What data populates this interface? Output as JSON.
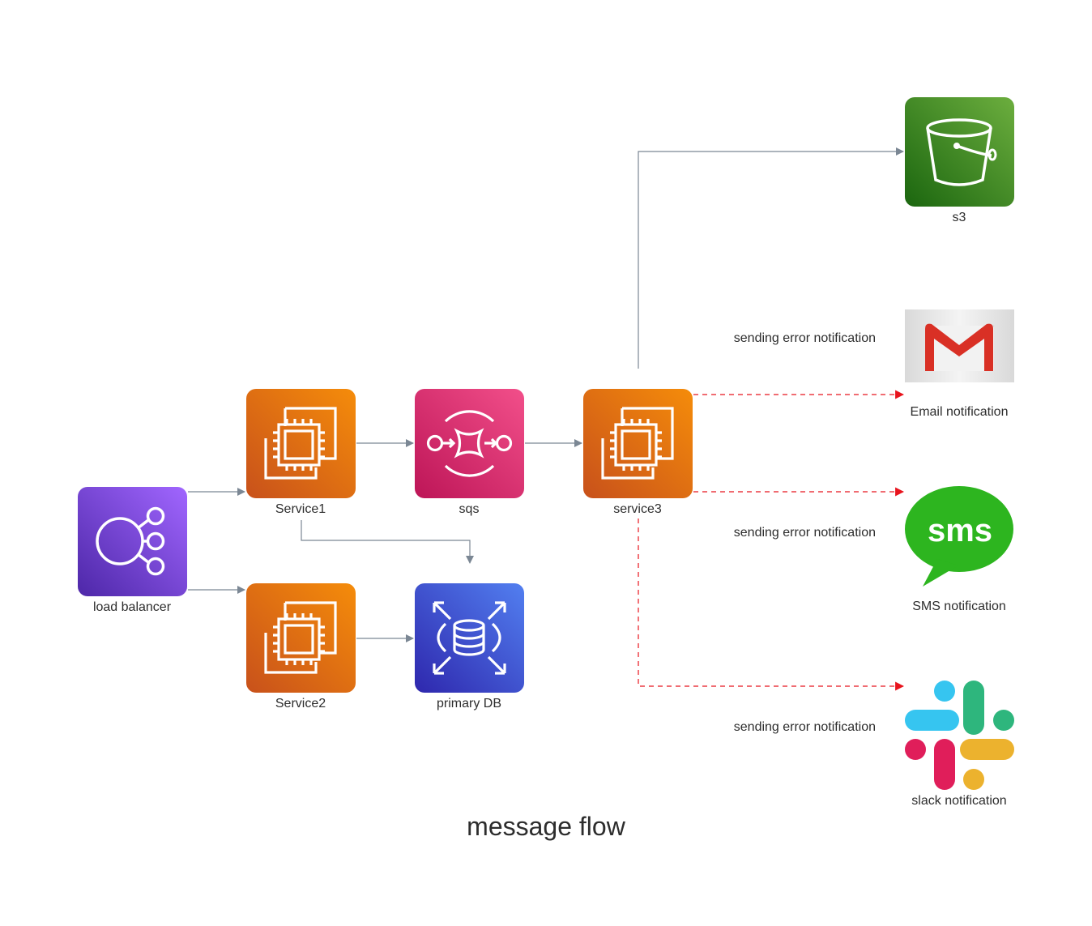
{
  "title": "message flow",
  "nodes": {
    "load_balancer": {
      "label": "load balancer",
      "icon": "elb-icon",
      "color": "#8c4fff"
    },
    "service1": {
      "label": "Service1",
      "icon": "ec2-icon",
      "color": "#ed7100"
    },
    "service2": {
      "label": "Service2",
      "icon": "ec2-icon",
      "color": "#ed7100"
    },
    "sqs": {
      "label": "sqs",
      "icon": "sqs-icon",
      "color": "#e7157b"
    },
    "primary_db": {
      "label": "primary DB",
      "icon": "rds-icon",
      "color": "#3b48cc"
    },
    "service3": {
      "label": "service3",
      "icon": "ec2-icon",
      "color": "#ed7100"
    },
    "s3": {
      "label": "s3",
      "icon": "s3-bucket-icon",
      "color": "#3f8624"
    },
    "email": {
      "label": "Email notification",
      "icon": "gmail-icon",
      "color": "#d93025"
    },
    "sms": {
      "label": "SMS notification",
      "icon": "sms-bubble-icon",
      "icon_text": "sms",
      "color": "#2db51f"
    },
    "slack": {
      "label": "slack notification",
      "icon": "slack-icon",
      "color": "#e01e5a"
    }
  },
  "edges": {
    "style_normal_color": "#7b8794",
    "style_error_color": "#e8141d",
    "email_label": "sending error notification",
    "sms_label": "sending error notification",
    "slack_label": "sending error notification"
  }
}
